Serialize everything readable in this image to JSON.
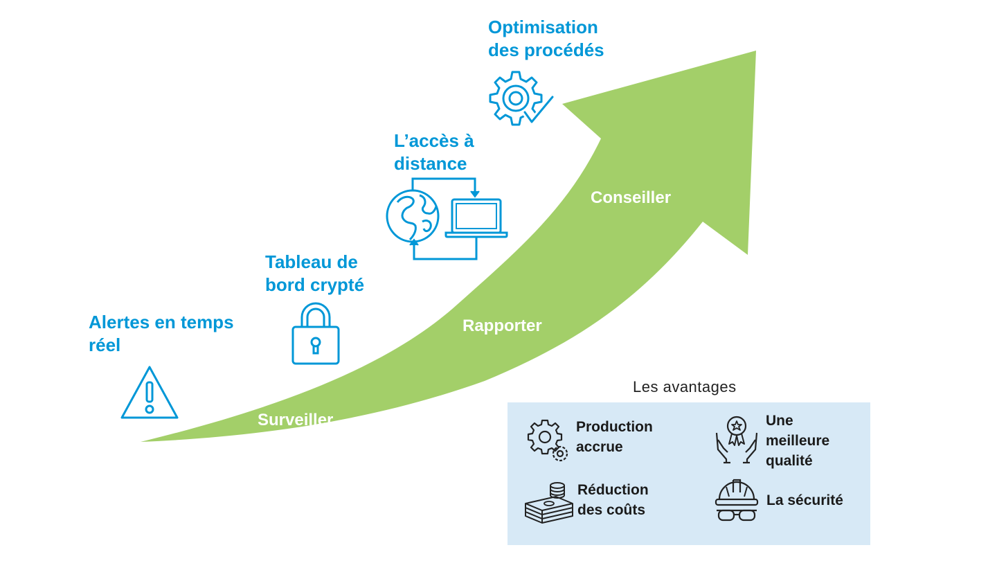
{
  "steps": {
    "alertes": {
      "label_line1": "Alertes en temps",
      "label_line2": "réel",
      "icon": "warning-icon"
    },
    "tableau": {
      "label_line1": "Tableau de",
      "label_line2": "bord crypté",
      "icon": "padlock-icon"
    },
    "acces": {
      "label_line1": "L’accès à",
      "label_line2": "distance",
      "icon": "remote-access-icon"
    },
    "optimisation": {
      "label_line1": "Optimisation",
      "label_line2": "des procédés",
      "icon": "gear-check-icon"
    }
  },
  "arrow": {
    "stage1": "Surveiller",
    "stage2": "Rapporter",
    "stage3": "Conseiller"
  },
  "benefits": {
    "title": "Les avantages",
    "items": [
      {
        "line1": "Production",
        "line2": "accrue",
        "line3": "",
        "icon": "gears-icon"
      },
      {
        "line1": "Une",
        "line2": "meilleure",
        "line3": "qualité",
        "icon": "award-hands-icon"
      },
      {
        "line1": "Réduction",
        "line2": "des coûts",
        "line3": "",
        "icon": "money-stack-icon"
      },
      {
        "line1": "La sécurité",
        "line2": "",
        "line3": "",
        "icon": "safety-helmet-icon"
      }
    ]
  },
  "colors": {
    "accent_blue": "#0097d7",
    "arrow_green": "#a3cf69",
    "benefits_bg": "#d7e9f6"
  }
}
